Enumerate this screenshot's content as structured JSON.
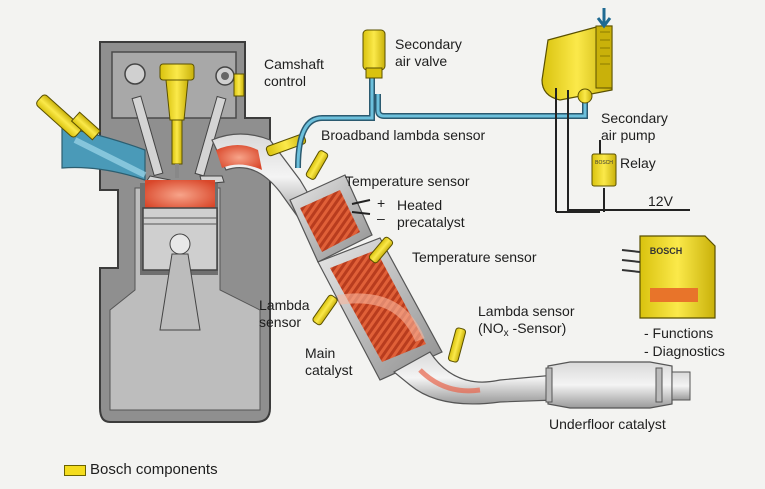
{
  "labels": {
    "camshaft": [
      "Camshaft",
      "control"
    ],
    "secondary_air_valve": [
      "Secondary",
      "air valve"
    ],
    "secondary_air_pump": [
      "Secondary",
      "air pump"
    ],
    "broadband_lambda": "Broadband lambda sensor",
    "relay": "Relay",
    "temperature_sensor_1": "Temperature sensor",
    "heated_plus": "+",
    "heated_minus": "–",
    "heated_precatalyst": [
      "Heated",
      "precatalyst"
    ],
    "voltage": "12V",
    "temperature_sensor_2": "Temperature sensor",
    "lambda_sensor": [
      "Lambda",
      "sensor"
    ],
    "lambda_nox": [
      "Lambda sensor",
      "(NO",
      "x",
      " -Sensor)"
    ],
    "main_catalyst": [
      "Main",
      "catalyst"
    ],
    "ecu_functions": "- Functions",
    "ecu_diagnostics": "- Diagnostics",
    "underfloor_catalyst": "Underfloor catalyst",
    "ecu_brand": "BOSCH",
    "relay_brand": "BOSCH"
  },
  "legend": {
    "text": "Bosch components"
  },
  "colors": {
    "bosch_yellow": "#f4dc1e",
    "engine_gray": "#9c9c9c",
    "hot_gas": "#e8644a",
    "air_blue": "#4aa8c8",
    "catalyst_orange": "#e05a32"
  }
}
